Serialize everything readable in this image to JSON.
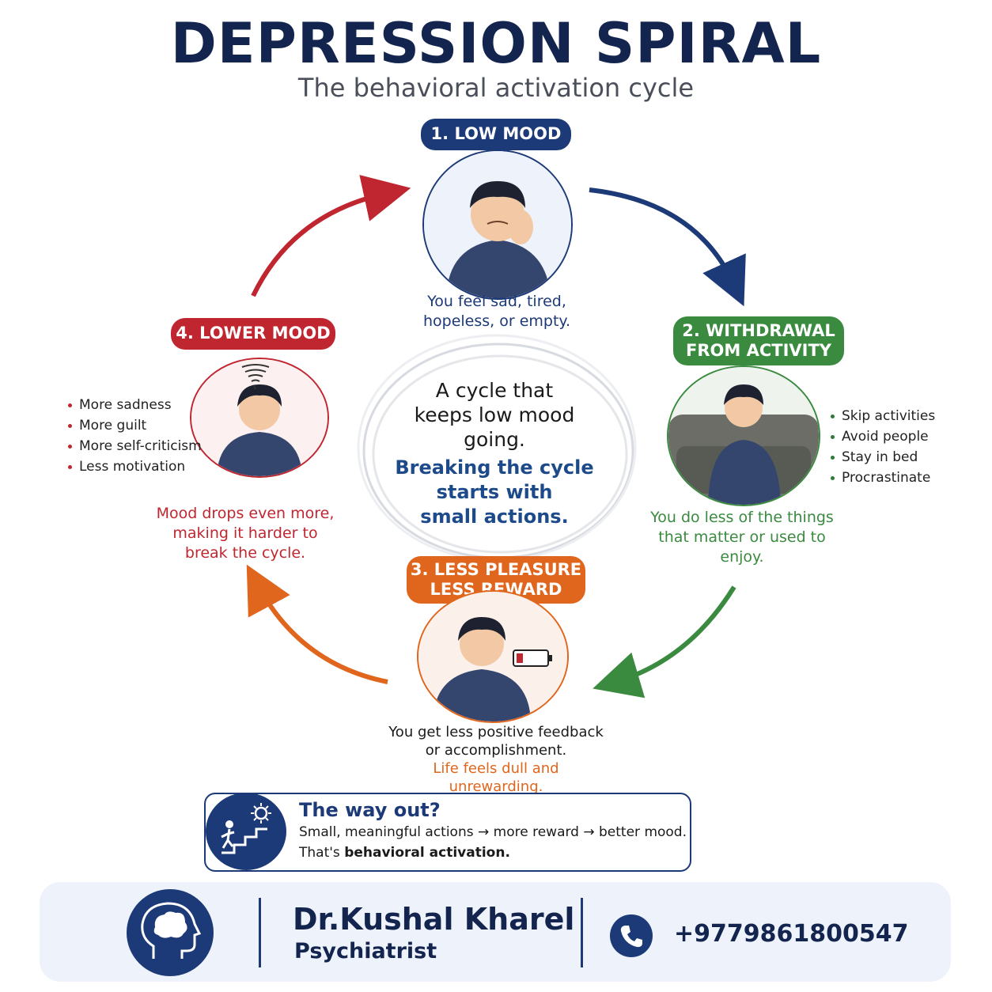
{
  "header": {
    "title": "DEPRESSION SPIRAL",
    "subtitle": "The behavioral activation cycle"
  },
  "colors": {
    "navy": "#1d3a78",
    "green": "#3a8a3f",
    "orange": "#e0661d",
    "red": "#c0262f"
  },
  "stages": {
    "low_mood": {
      "label": "1. LOW MOOD",
      "caption_line1": "You feel sad, tired,",
      "caption_line2": "hopeless, or empty."
    },
    "withdrawal": {
      "label_line1": "2. WITHDRAWAL",
      "label_line2": "FROM ACTIVITY",
      "bullets": [
        "Skip activities",
        "Avoid people",
        "Stay in bed",
        "Procrastinate"
      ],
      "caption_line1": "You do less of the things",
      "caption_line2": "that matter or used to",
      "caption_line3": "enjoy."
    },
    "less_pleasure": {
      "label_line1": "3. LESS PLEASURE",
      "label_line2": "LESS REWARD",
      "caption_line1": "You get less positive feedback",
      "caption_line2": "or accomplishment.",
      "caption_orange_line1": "Life feels dull and",
      "caption_orange_line2": "unrewarding."
    },
    "lower_mood": {
      "label": "4. LOWER MOOD",
      "bullets": [
        "More sadness",
        "More guilt",
        "More self-criticism",
        "Less motivation"
      ],
      "caption_line1": "Mood drops even more,",
      "caption_line2": "making it harder to",
      "caption_line3": "break the cycle."
    }
  },
  "center": {
    "line1": "A cycle that",
    "line2": "keeps low mood",
    "line3": "going.",
    "blue_line1": "Breaking the cycle",
    "blue_line2": "starts with",
    "blue_line3": "small actions."
  },
  "way_out": {
    "title": "The way out?",
    "line1": "Small, meaningful actions → more reward → better mood.",
    "line2_prefix": "That's ",
    "line2_bold": "behavioral activation."
  },
  "footer": {
    "name": "Dr.Kushal Kharel",
    "role": "Psychiatrist",
    "phone": "+9779861800547"
  },
  "icons": [
    "brain-head-icon",
    "phone-icon",
    "stairs-sun-icon",
    "battery-low-icon",
    "storm-cloud-icon"
  ]
}
